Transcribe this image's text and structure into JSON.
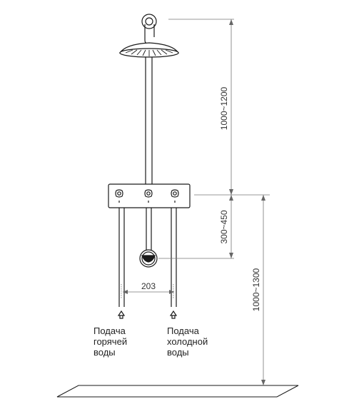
{
  "dimensions": {
    "head_height": "1000~1200",
    "mixer_to_spout": "300~450",
    "mixer_height": "1000~1300",
    "pipe_spacing": "203"
  },
  "labels": {
    "hot": [
      "Подача",
      "горячей",
      "воды"
    ],
    "cold": [
      "Подача",
      "холодной",
      "воды"
    ]
  },
  "colors": {
    "line": "#1a1a1a",
    "dimension": "#666666"
  }
}
